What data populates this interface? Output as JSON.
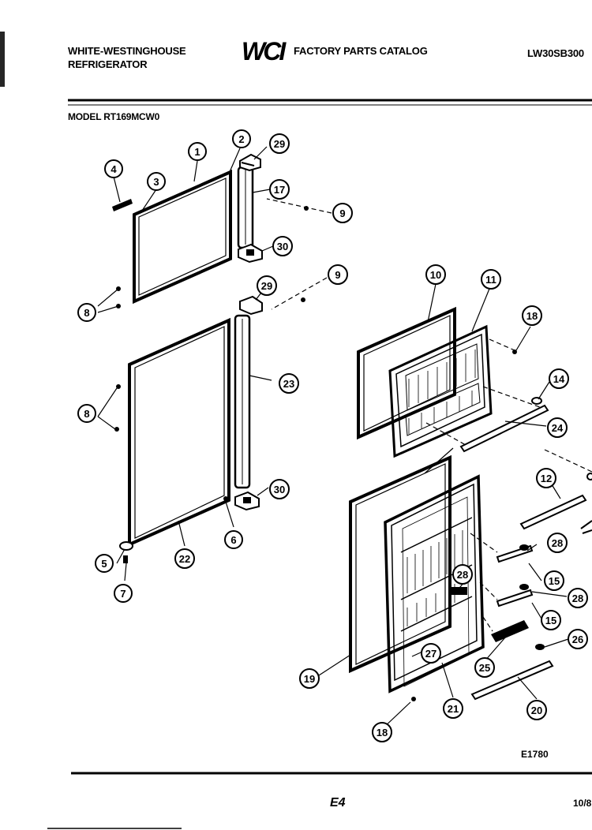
{
  "header": {
    "brand_line1": "WHITE-WESTINGHOUSE",
    "brand_line2": "REFRIGERATOR",
    "logo_text": "WCI",
    "catalog_title": "FACTORY PARTS CATALOG",
    "publication_number": "LW30SB300",
    "model_label": "MODEL RT169MCW0"
  },
  "footer": {
    "diagram_code": "E1780",
    "page_code": "E4",
    "date_fragment": "10/8"
  },
  "callouts": {
    "c1": "1",
    "c2": "2",
    "c3": "3",
    "c4": "4",
    "c5": "5",
    "c6": "6",
    "c7": "7",
    "c8a": "8",
    "c8b": "8",
    "c9a": "9",
    "c9b": "9",
    "c10": "10",
    "c11": "11",
    "c12": "12",
    "c14": "14",
    "c15a": "15",
    "c15b": "15",
    "c17": "17",
    "c18a": "18",
    "c18b": "18",
    "c19": "19",
    "c20": "20",
    "c21": "21",
    "c22": "22",
    "c23": "23",
    "c24": "24",
    "c25": "25",
    "c26": "26",
    "c27": "27",
    "c28a": "28",
    "c28b": "28",
    "c28c": "28",
    "c29a": "29",
    "c29b": "29",
    "c30a": "30",
    "c30b": "30"
  }
}
